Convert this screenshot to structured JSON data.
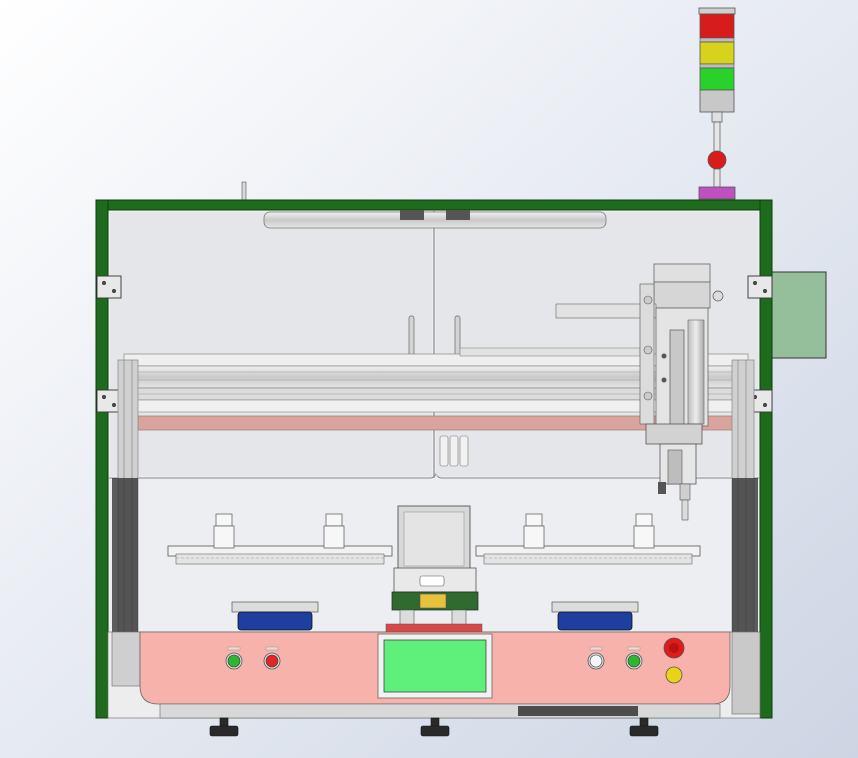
{
  "colors": {
    "background_top": "#ffffff",
    "background_bottom": "#d4dbe8",
    "frame_green": "#1e6b1e",
    "frame_green_dark": "#0c3d0c",
    "glass": "#e9ebee",
    "base_panel": "#f7b3ab",
    "screen_green": "#5ef07a",
    "tower_red": "#d81c1c",
    "tower_yellow": "#d7d21c",
    "tower_green": "#2bd12b",
    "emergency_red": "#e11a1a",
    "side_box": "#95bf9b",
    "magenta_base": "#c050c0",
    "fixture_blue": "#1e3ea0",
    "rail_pink": "#d9a39e"
  },
  "icons": {
    "stack_light": "signal-tower-icon",
    "emergency_stop": "emergency-stop-icon",
    "touch_screen": "screen-icon",
    "push_button": "push-button-icon"
  },
  "buttons": {
    "left": [
      {
        "name": "green-start-button",
        "color": "#2fb52f"
      },
      {
        "name": "red-stop-button",
        "color": "#e02626"
      }
    ],
    "right": [
      {
        "name": "white-reset-button",
        "color": "#f4f4f4"
      },
      {
        "name": "green-run-button",
        "color": "#2fb52f"
      }
    ],
    "emergency_stop": {
      "color": "#e11a1a"
    },
    "yellow_indicator": {
      "color": "#e8d21b"
    }
  }
}
